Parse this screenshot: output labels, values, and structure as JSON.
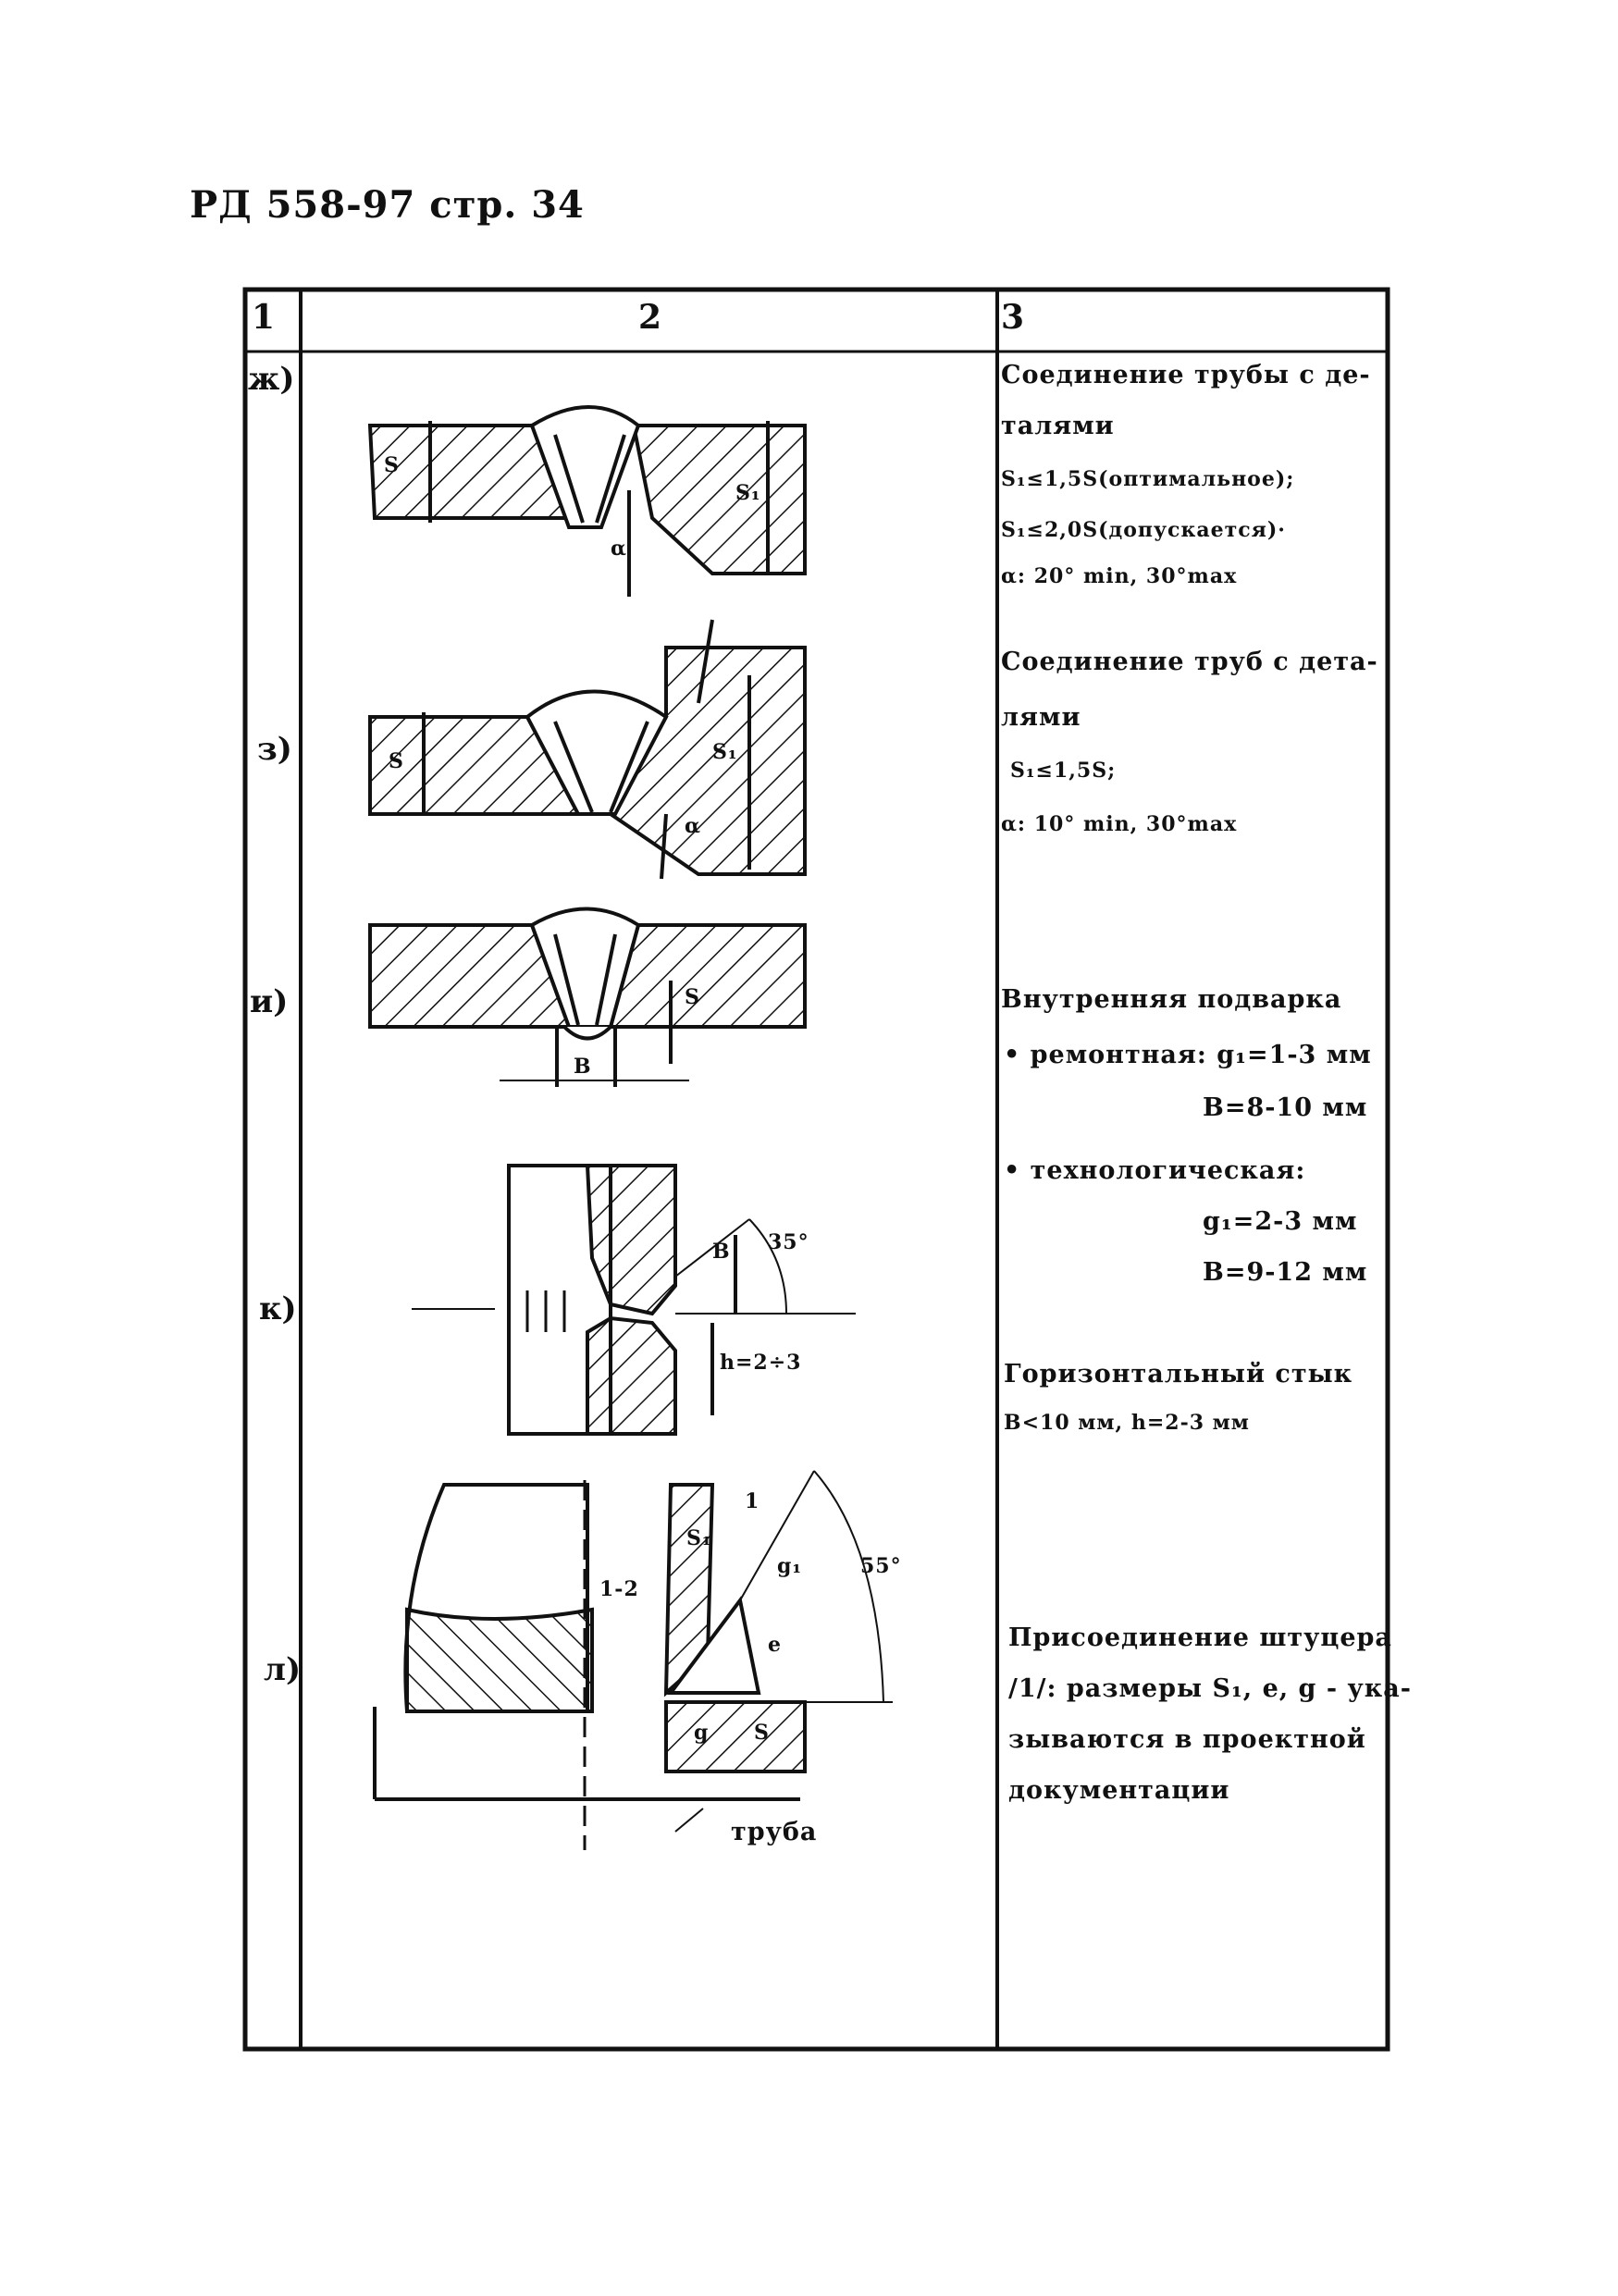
{
  "header": {
    "page_ref": "РД 558-97 стр. 34"
  },
  "table": {
    "col_headers": [
      "1",
      "2",
      "3"
    ],
    "rows": [
      {
        "letter": "ж)",
        "lines": [
          "Соединение трубы с де-",
          "талями",
          "S₁≤1,5S(оптимальное);",
          "S₁≤2,0S(допускается)·",
          "α: 20° min, 30°max"
        ]
      },
      {
        "letter": "з)",
        "lines": [
          "Соединение труб с дета-",
          "лями",
          "S₁≤1,5S;",
          "α: 10° min, 30°max"
        ]
      },
      {
        "letter": "и)",
        "lines": [
          "Внутренняя подварка",
          "• ремонтная: g₁=1-3 мм",
          "B=8-10 мм",
          "• технологическая:",
          "g₁=2-3 мм",
          "B=9-12 мм"
        ]
      },
      {
        "letter": "к)",
        "lines": [
          "Горизонтальный стык",
          "B<10 мм, h=2-3 мм"
        ]
      },
      {
        "letter": "л)",
        "lines": [
          "Присоединение штуцера",
          "/1/: размеры S₁, e, g - ука-",
          "зываются в проектной",
          "документации"
        ]
      }
    ]
  },
  "drawing_labels": {
    "s": "S",
    "s1": "S₁",
    "alpha": "α",
    "g": "g",
    "b": "B",
    "h": "h=2÷3",
    "one": "1",
    "one_two": "1-2",
    "angle": "55°",
    "angle2": "35°",
    "pipe": "труба",
    "e": "e",
    "g1": "g₁"
  },
  "colors": {
    "ink": "#111111",
    "paper": "#ffffff"
  }
}
